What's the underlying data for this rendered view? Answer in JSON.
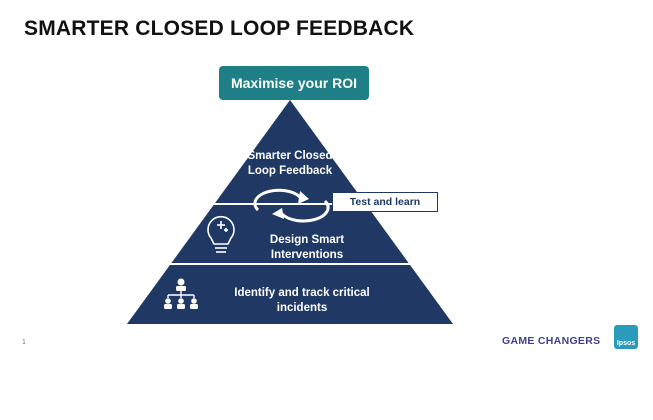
{
  "slide": {
    "title": "SMARTER CLOSED LOOP FEEDBACK",
    "page_number": "1"
  },
  "pyramid": {
    "top_label": "Maximise your ROI",
    "tiers": [
      {
        "line1": "Smarter Closed",
        "line2": "Loop Feedback",
        "icon": "cycle-arrows-icon"
      },
      {
        "line1": "Design Smart",
        "line2": "Interventions",
        "icon": "lightbulb-icon"
      },
      {
        "line1": "Identify and track critical",
        "line2": "incidents",
        "icon": "hierarchy-icon"
      }
    ],
    "callout": "Test and learn"
  },
  "footer": {
    "brand": "GAME CHANGERS",
    "logo_text": "Ipsos"
  },
  "colors": {
    "pyramid": "#1f3964",
    "roi_box": "#1f7f86",
    "brand_text": "#3f3f8f",
    "logo": "#2a9bbd"
  }
}
